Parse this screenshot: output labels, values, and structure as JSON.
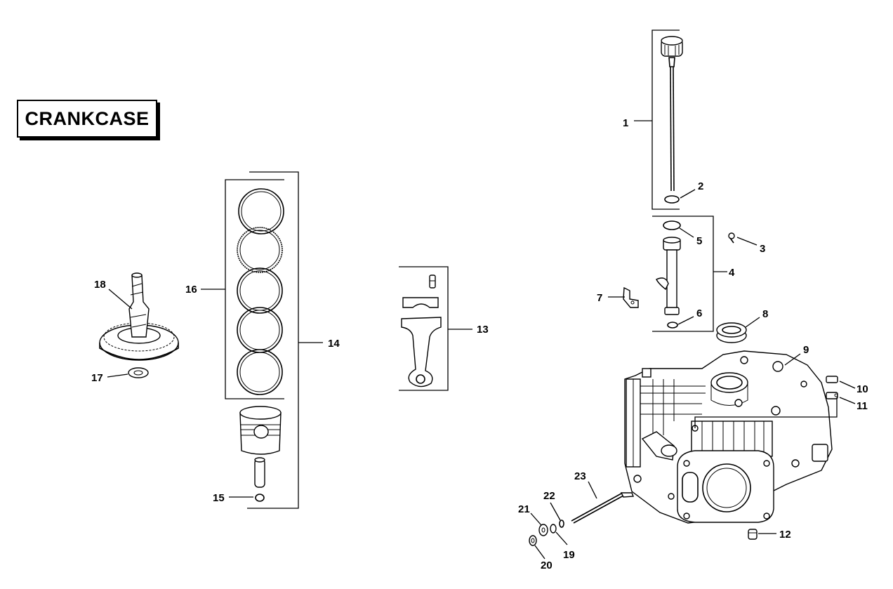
{
  "title": "CRANKCASE",
  "callouts": {
    "c1": "1",
    "c2": "2",
    "c3": "3",
    "c4": "4",
    "c5": "5",
    "c6": "6",
    "c7": "7",
    "c8": "8",
    "c9": "9",
    "c10": "10",
    "c11": "11",
    "c12": "12",
    "c13": "13",
    "c14": "14",
    "c15": "15",
    "c16": "16",
    "c17": "17",
    "c18": "18",
    "c19": "19",
    "c20": "20",
    "c21": "21",
    "c22": "22",
    "c23": "23"
  }
}
